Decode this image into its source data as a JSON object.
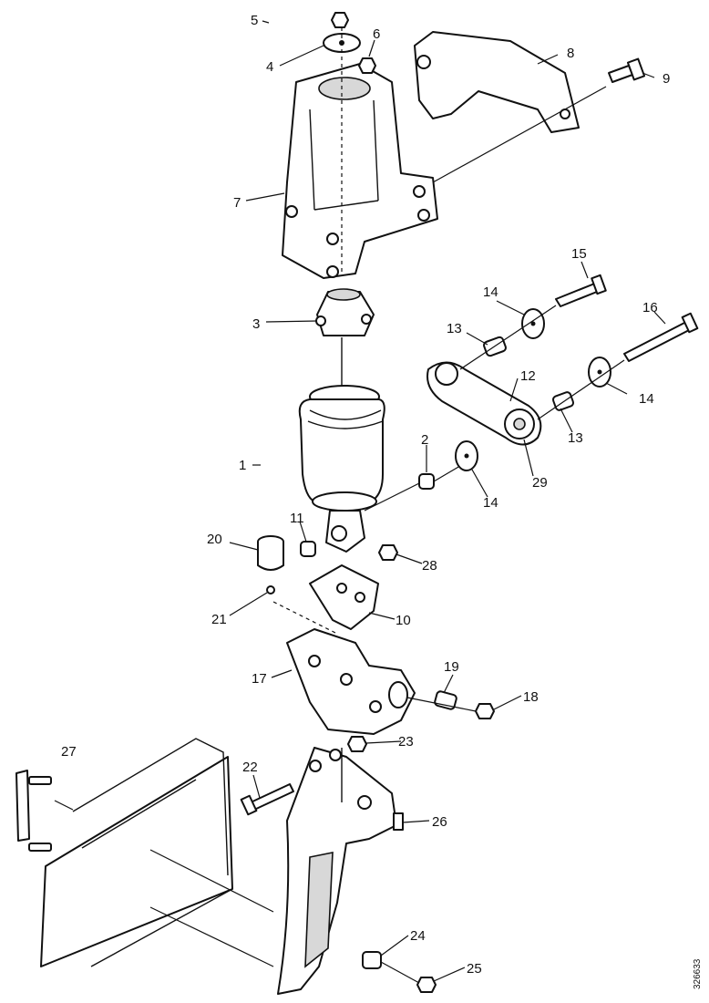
{
  "callouts": {
    "c1": "1",
    "c2": "2",
    "c3": "3",
    "c4": "4",
    "c5": "5",
    "c6": "6",
    "c7": "7",
    "c8": "8",
    "c9": "9",
    "c10": "10",
    "c11": "11",
    "c12": "12",
    "c13a": "13",
    "c13b": "13",
    "c14a": "14",
    "c14b": "14",
    "c14c": "14",
    "c15": "15",
    "c16": "16",
    "c17": "17",
    "c18": "18",
    "c19": "19",
    "c20": "20",
    "c21": "21",
    "c22": "22",
    "c23": "23",
    "c24": "24",
    "c25": "25",
    "c26": "26",
    "c27": "27",
    "c28": "28",
    "c29": "29"
  },
  "figure_code": "326633"
}
